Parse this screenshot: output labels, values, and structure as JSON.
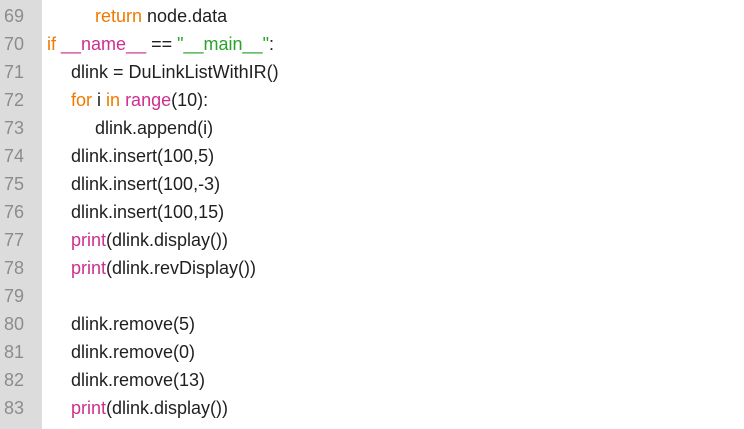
{
  "editor": {
    "colors": {
      "gutter_bg": "#dcdcdc",
      "line_number": "#8c8c8c",
      "keyword": "#ee7a00",
      "builtin": "#cc2f8f",
      "string": "#2aa32a",
      "text": "#1f1f1f"
    },
    "lines": [
      {
        "number": "69",
        "indent": 2,
        "tokens": [
          {
            "t": "return",
            "c": "kw"
          },
          {
            "t": " node.data",
            "c": ""
          }
        ]
      },
      {
        "number": "70",
        "indent": 0,
        "tokens": [
          {
            "t": "if",
            "c": "kw"
          },
          {
            "t": " ",
            "c": ""
          },
          {
            "t": "__name__",
            "c": "bi"
          },
          {
            "t": " == ",
            "c": ""
          },
          {
            "t": "\"__main__\"",
            "c": "st"
          },
          {
            "t": ":",
            "c": ""
          }
        ]
      },
      {
        "number": "71",
        "indent": 1,
        "tokens": [
          {
            "t": "dlink = DuLinkListWithIR()",
            "c": ""
          }
        ]
      },
      {
        "number": "72",
        "indent": 1,
        "tokens": [
          {
            "t": "for",
            "c": "kw"
          },
          {
            "t": " i ",
            "c": ""
          },
          {
            "t": "in",
            "c": "kw"
          },
          {
            "t": " ",
            "c": ""
          },
          {
            "t": "range",
            "c": "bi"
          },
          {
            "t": "(10):",
            "c": ""
          }
        ]
      },
      {
        "number": "73",
        "indent": 2,
        "tokens": [
          {
            "t": "dlink.append(i)",
            "c": ""
          }
        ]
      },
      {
        "number": "74",
        "indent": 1,
        "tokens": [
          {
            "t": "dlink.insert(100,5)",
            "c": ""
          }
        ]
      },
      {
        "number": "75",
        "indent": 1,
        "tokens": [
          {
            "t": "dlink.insert(100,-3)",
            "c": ""
          }
        ]
      },
      {
        "number": "76",
        "indent": 1,
        "tokens": [
          {
            "t": "dlink.insert(100,15)",
            "c": ""
          }
        ]
      },
      {
        "number": "77",
        "indent": 1,
        "tokens": [
          {
            "t": "print",
            "c": "bi"
          },
          {
            "t": "(dlink.display())",
            "c": ""
          }
        ]
      },
      {
        "number": "78",
        "indent": 1,
        "tokens": [
          {
            "t": "print",
            "c": "bi"
          },
          {
            "t": "(dlink.revDisplay())",
            "c": ""
          }
        ]
      },
      {
        "number": "79",
        "indent": 0,
        "tokens": []
      },
      {
        "number": "80",
        "indent": 1,
        "tokens": [
          {
            "t": "dlink.remove(5)",
            "c": ""
          }
        ]
      },
      {
        "number": "81",
        "indent": 1,
        "tokens": [
          {
            "t": "dlink.remove(0)",
            "c": ""
          }
        ]
      },
      {
        "number": "82",
        "indent": 1,
        "tokens": [
          {
            "t": "dlink.remove(13)",
            "c": ""
          }
        ]
      },
      {
        "number": "83",
        "indent": 1,
        "tokens": [
          {
            "t": "print",
            "c": "bi"
          },
          {
            "t": "(dlink.display())",
            "c": ""
          }
        ]
      }
    ]
  }
}
